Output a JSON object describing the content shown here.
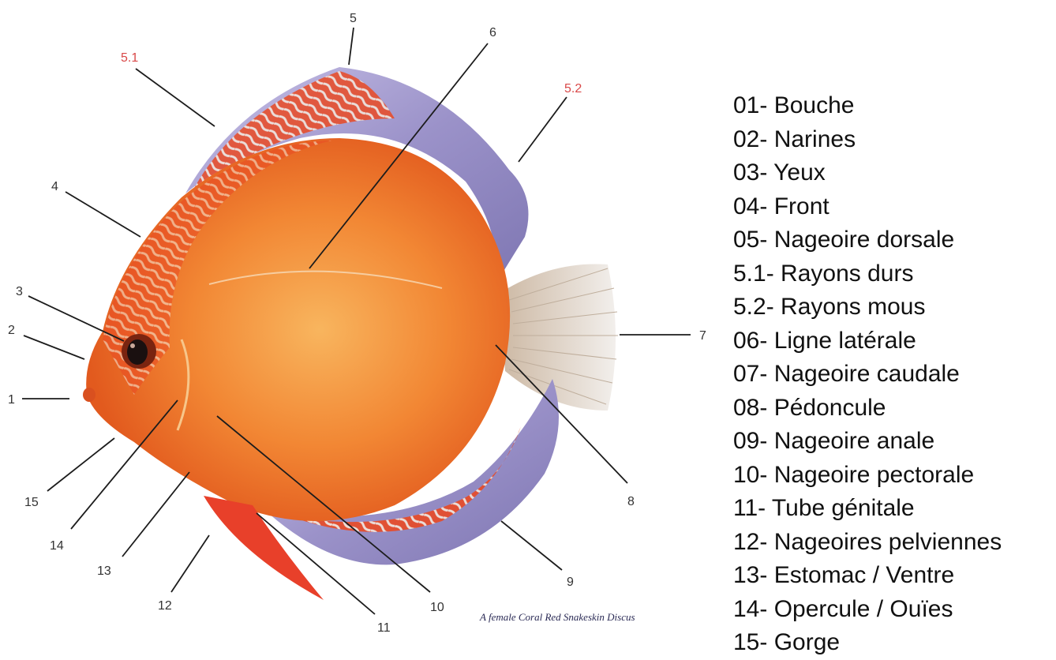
{
  "callouts": [
    {
      "id": "1",
      "color": "#333333"
    },
    {
      "id": "2",
      "color": "#333333"
    },
    {
      "id": "3",
      "color": "#333333"
    },
    {
      "id": "4",
      "color": "#333333"
    },
    {
      "id": "5",
      "color": "#333333"
    },
    {
      "id": "5.1",
      "color": "#d94848"
    },
    {
      "id": "5.2",
      "color": "#d94848"
    },
    {
      "id": "6",
      "color": "#333333"
    },
    {
      "id": "7",
      "color": "#333333"
    },
    {
      "id": "8",
      "color": "#333333"
    },
    {
      "id": "9",
      "color": "#333333"
    },
    {
      "id": "10",
      "color": "#333333"
    },
    {
      "id": "11",
      "color": "#333333"
    },
    {
      "id": "12",
      "color": "#333333"
    },
    {
      "id": "13",
      "color": "#333333"
    },
    {
      "id": "14",
      "color": "#333333"
    },
    {
      "id": "15",
      "color": "#333333"
    }
  ],
  "caption": "A female Coral Red Snakeskin Discus",
  "legend": [
    "01- Bouche",
    "02- Narines",
    "03- Yeux",
    "04- Front",
    "05- Nageoire dorsale",
    "5.1- Rayons durs",
    "5.2- Rayons mous",
    "06- Ligne latérale",
    "07- Nageoire caudale",
    "08- Pédoncule",
    "09- Nageoire anale",
    "10- Nageoire pectorale",
    "11- Tube génitale",
    "12- Nageoires pelviennes",
    "13- Estomac / Ventre",
    "14- Opercule / Ouïes",
    "15- Gorge"
  ],
  "colors": {
    "body_orange": "#f07a2a",
    "body_light": "#f9b060",
    "fin_violet": "#9a93c8",
    "fin_red": "#e8402a",
    "tail": "#e6e2dd",
    "eye": "#1a1010"
  }
}
